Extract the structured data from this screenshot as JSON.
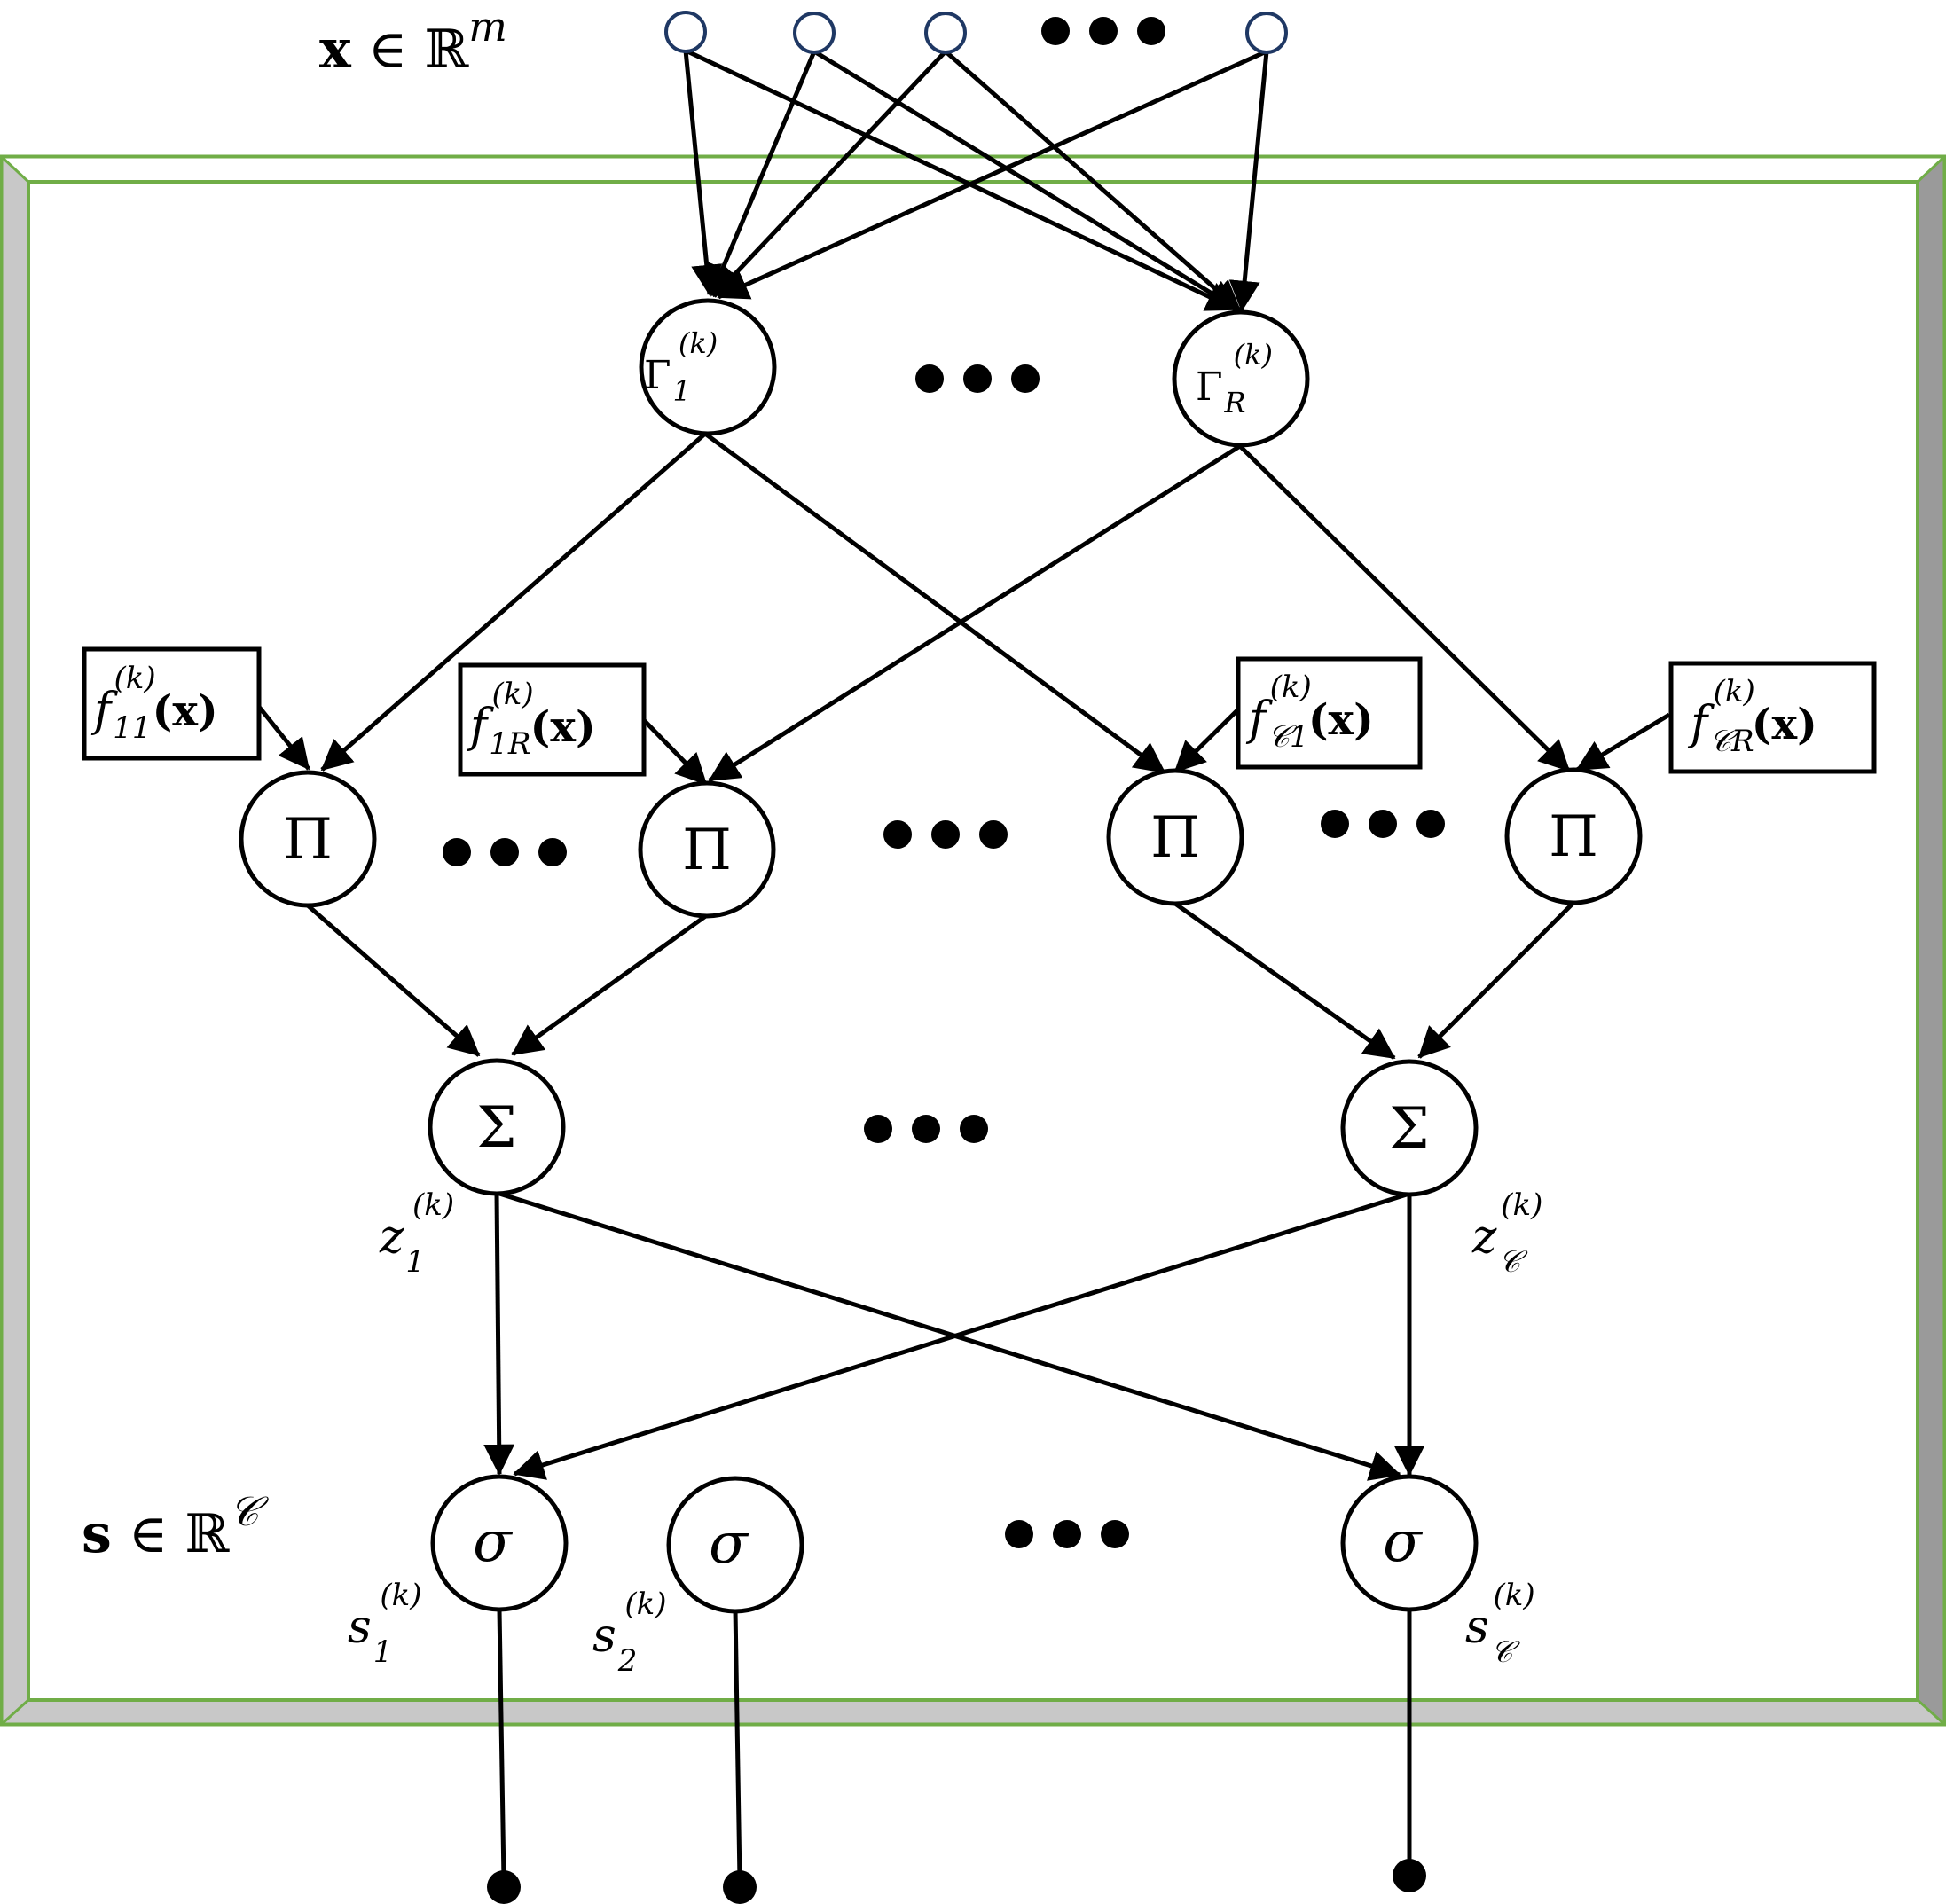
{
  "labels": {
    "input": {
      "bold": "x",
      "rel": " ∈ ℝ",
      "sup": "m"
    },
    "output": {
      "bold": "s",
      "rel": " ∈ ℝ",
      "sup": "𝒞"
    }
  },
  "gamma_nodes": [
    {
      "base": "Γ",
      "sub": "1",
      "sup": "(k)"
    },
    {
      "base": "Γ",
      "sub": "R",
      "sup": "(k)"
    }
  ],
  "f_boxes": [
    {
      "base": "f",
      "sub": "11",
      "sup": "(k)",
      "arg": "(x)"
    },
    {
      "base": "f",
      "sub": "1R",
      "sup": "(k)",
      "arg": "(x)"
    },
    {
      "base": "f",
      "sub": "𝒞1",
      "sup": "(k)",
      "arg": "(x)"
    },
    {
      "base": "f",
      "sub": "𝒞R",
      "sup": "(k)",
      "arg": "(x)"
    }
  ],
  "product_symbol": "Π",
  "sum_symbol": "Σ",
  "sigma_symbol": "σ",
  "z_labels": [
    {
      "base": "z",
      "sub": "1",
      "sup": "(k)"
    },
    {
      "base": "z",
      "sub": "𝒞",
      "sup": "(k)"
    }
  ],
  "s_labels": [
    {
      "base": "s",
      "sub": "1",
      "sup": "(k)"
    },
    {
      "base": "s",
      "sub": "2",
      "sup": "(k)"
    },
    {
      "base": "s",
      "sub": "𝒞",
      "sup": "(k)"
    }
  ],
  "colors": {
    "frame_green": "#70ad47",
    "frame_gray": "#c8c8c8",
    "input_node_stroke": "#1f3864",
    "line": "#000000"
  }
}
